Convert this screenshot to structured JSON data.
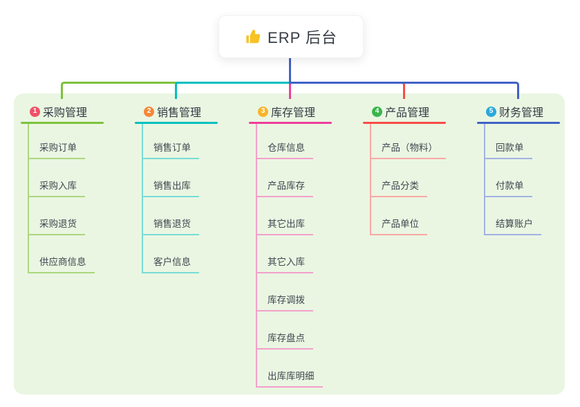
{
  "root": {
    "label": "ERP 后台",
    "icon": "thumbs-up-icon",
    "icon_color": "#f7c325"
  },
  "canvas": {
    "panel_bg": "#eaf6e2",
    "connector_color": "#4161c6",
    "background": "#ffffff"
  },
  "branches": [
    {
      "num": "1",
      "label": "采购管理",
      "badge_color": "#f05167",
      "line_color": "#7cc23d",
      "child_line_color": "#abd77e",
      "children": [
        "采购订单",
        "采购入库",
        "采购退货",
        "供应商信息"
      ]
    },
    {
      "num": "2",
      "label": "销售管理",
      "badge_color": "#f5883a",
      "line_color": "#00bfbf",
      "child_line_color": "#79dcd6",
      "children": [
        "销售订单",
        "销售出库",
        "销售退货",
        "客户信息"
      ]
    },
    {
      "num": "3",
      "label": "库存管理",
      "badge_color": "#f7b52c",
      "line_color": "#ed3f9b",
      "child_line_color": "#f3a0cb",
      "children": [
        "仓库信息",
        "产品库存",
        "其它出库",
        "其它入库",
        "库存调拨",
        "库存盘点",
        "出库库明细"
      ]
    },
    {
      "num": "4",
      "label": "产品管理",
      "badge_color": "#3bb54d",
      "line_color": "#f94c46",
      "child_line_color": "#f9a8a4",
      "children": [
        "产品（物料）",
        "产品分类",
        "产品单位"
      ]
    },
    {
      "num": "5",
      "label": "财务管理",
      "badge_color": "#2ba8de",
      "line_color": "#4161c6",
      "child_line_color": "#a2b2e2",
      "children": [
        "回款单",
        "付款单",
        "结算账户"
      ]
    }
  ]
}
